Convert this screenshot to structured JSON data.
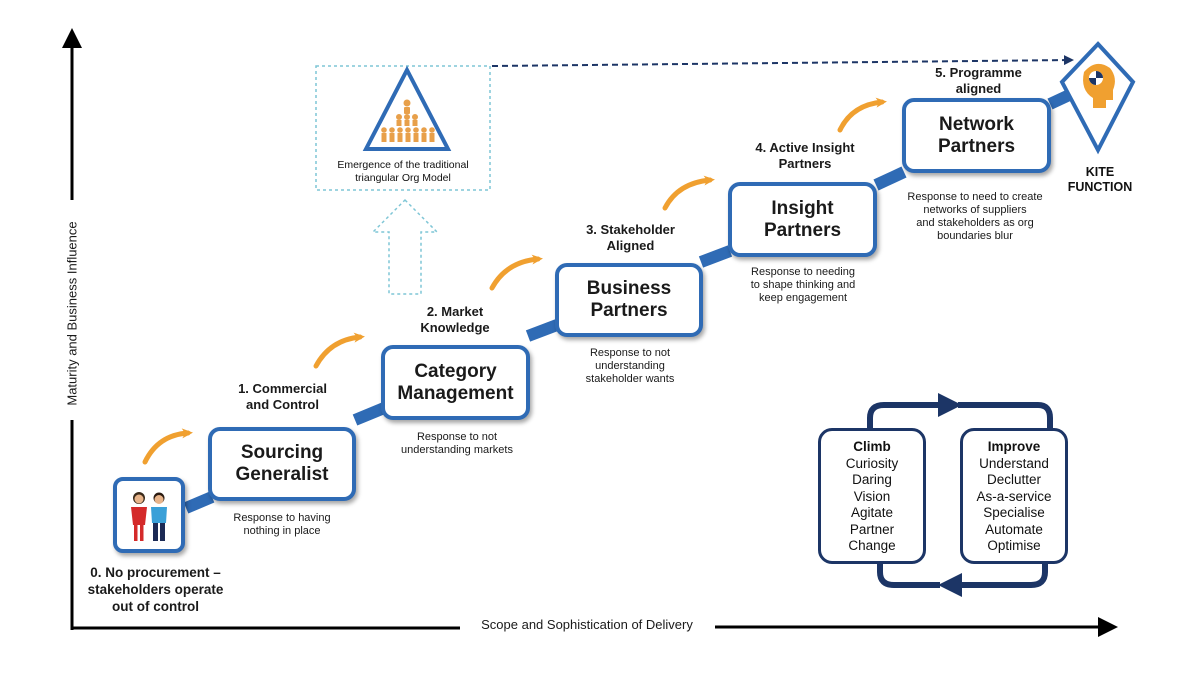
{
  "axes": {
    "y_label": "Maturity and Business Influence",
    "x_label": "Scope and Sophistication of Delivery"
  },
  "stages": [
    {
      "number_label": "0. No procurement –\nstakeholders operate\nout of control",
      "icon": "people-icon"
    },
    {
      "number_label": "1. Commercial\nand Control",
      "box_title": "Sourcing\nGeneralist",
      "response": "Response to having\nnothing in place"
    },
    {
      "number_label": "2. Market\nKnowledge",
      "box_title": "Category\nManagement",
      "response": "Response to not\nunderstanding markets"
    },
    {
      "number_label": "3. Stakeholder\nAligned",
      "box_title": "Business\nPartners",
      "response": "Response to not\nunderstanding\nstakeholder wants"
    },
    {
      "number_label": "4. Active Insight\nPartners",
      "box_title": "Insight\nPartners",
      "response": "Response to needing\nto shape thinking and\nkeep engagement"
    },
    {
      "number_label": "5. Programme\naligned",
      "box_title": "Network\nPartners",
      "response": "Response to need to create\nnetworks of suppliers\nand stakeholders as org\nboundaries blur"
    }
  ],
  "org_model": {
    "caption": "Emergence of the traditional\ntriangular Org Model",
    "icon": "org-pyramid-icon"
  },
  "kite": {
    "label": "KITE\nFUNCTION",
    "icon": "kite-head-icon"
  },
  "cycle": {
    "climb": {
      "title": "Climb",
      "items": [
        "Curiosity",
        "Daring",
        "Vision",
        "Agitate",
        "Partner",
        "Change"
      ]
    },
    "improve": {
      "title": "Improve",
      "items": [
        "Understand",
        "Declutter",
        "As-a-service",
        "Specialise",
        "Automate",
        "Optimise"
      ]
    }
  },
  "colors": {
    "box_border": "#2f6bb5",
    "connector": "#2f6bb5",
    "arrow_orange": "#f0a030",
    "cycle_navy": "#1c3566",
    "dashed_cyan": "#7fc6d6"
  }
}
